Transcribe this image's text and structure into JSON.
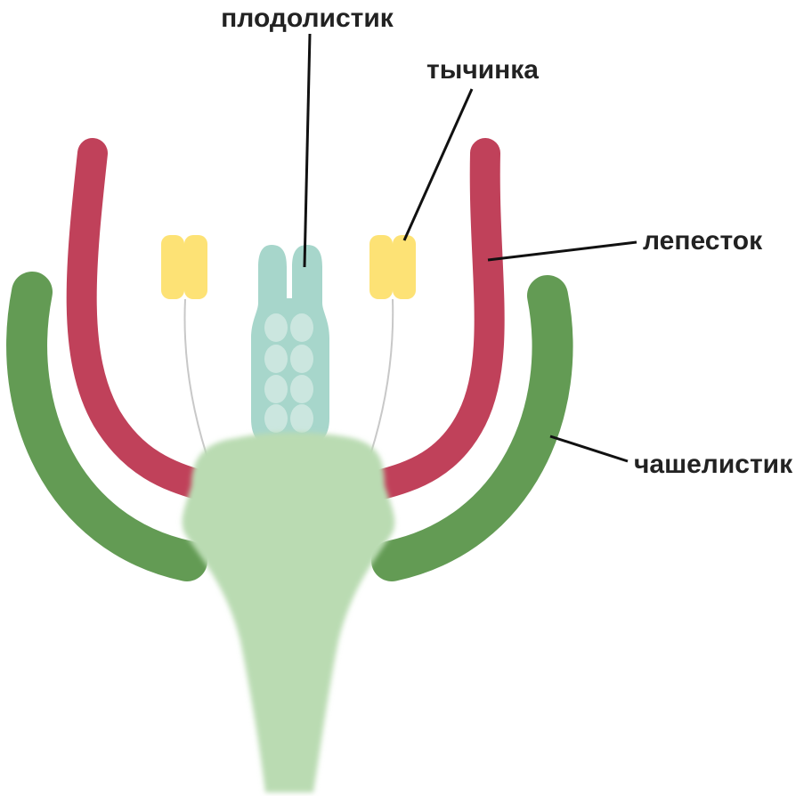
{
  "labels": {
    "carpel": "плодолистик",
    "stamen": "тычинка",
    "petal": "лепесток",
    "sepal": "чашелистик"
  },
  "colors": {
    "sepal": "#639b54",
    "petal": "#c0415a",
    "stamen_anther": "#fde275",
    "stamen_filament": "#c8c8c8",
    "carpel": "#a7d6cb",
    "ovule": "#cbe6df",
    "receptacle": "#badbb2"
  }
}
